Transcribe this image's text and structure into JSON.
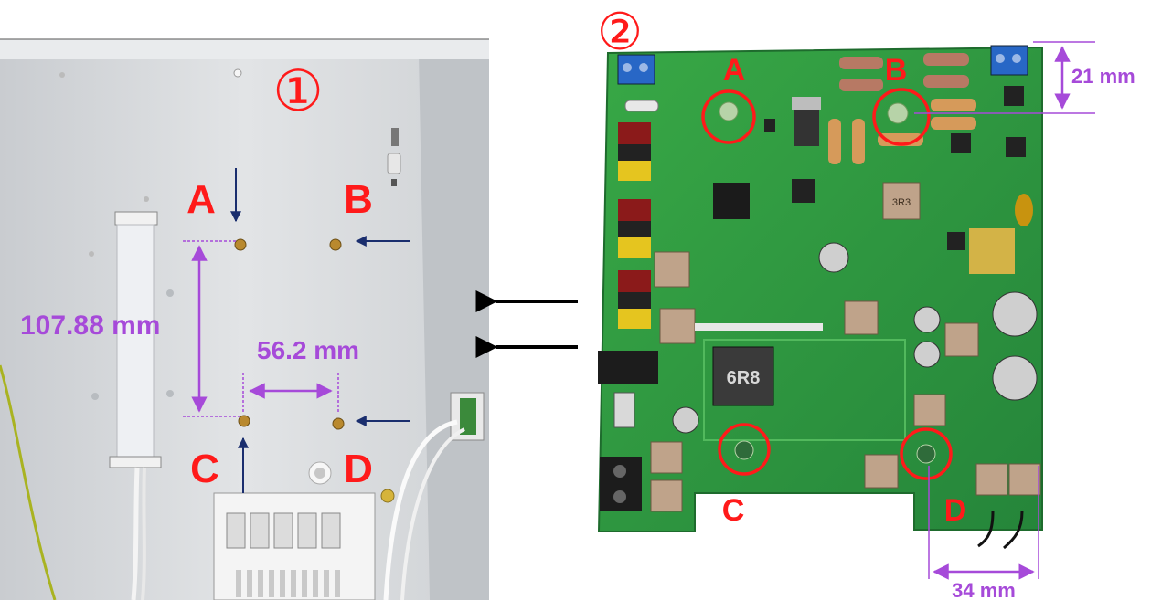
{
  "photo_1": {
    "marker": "①",
    "hole_labels": [
      "A",
      "B",
      "C",
      "D"
    ],
    "vertical_dimension": "107.88 mm",
    "horizontal_dimension": "56.2 mm"
  },
  "photo_2": {
    "marker": "②",
    "hole_labels": [
      "A",
      "B",
      "C",
      "D"
    ],
    "top_dimension": "21 mm",
    "bottom_dimension": "34 mm",
    "board_silkscreen": {
      "inductor": "6R8",
      "chip_marking": "3R3"
    }
  },
  "colors": {
    "label_red": "#ff1a1a",
    "dimension_purple": "#a64ad9",
    "arrow_navy": "#1a2e6e",
    "pcb_green": "#2f9a3e",
    "enclosure_grey": "#d9dcdf"
  }
}
